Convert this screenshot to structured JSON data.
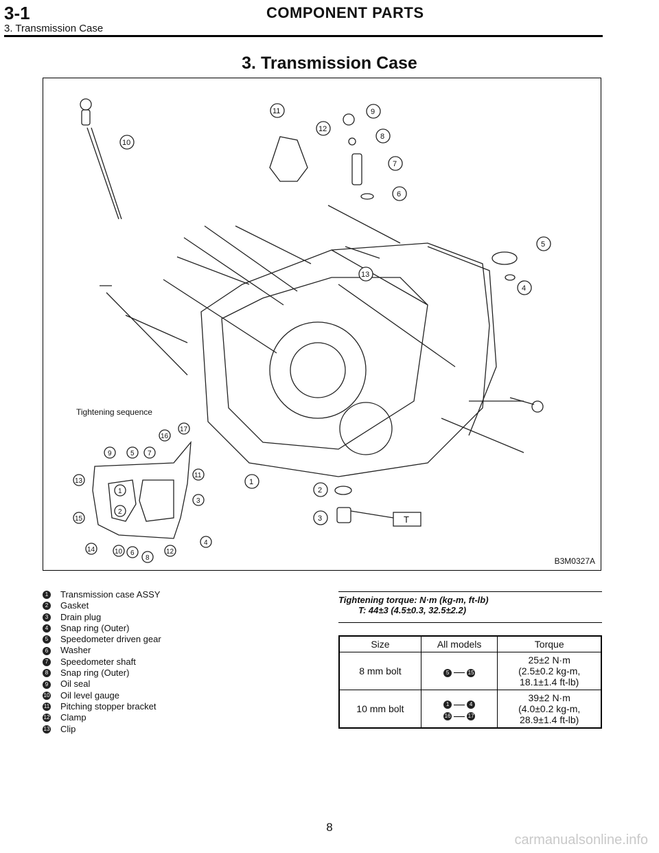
{
  "header": {
    "section": "3-1",
    "title": "COMPONENT PARTS",
    "subtitle": "3. Transmission Case"
  },
  "page_title": "3. Transmission Case",
  "figure": {
    "code": "B3M0327A",
    "sequence_label": "Tightening sequence",
    "callouts": [
      "1",
      "2",
      "3",
      "4",
      "5",
      "6",
      "7",
      "8",
      "9",
      "10",
      "11",
      "12",
      "13"
    ],
    "seq_numbers": [
      "1",
      "2",
      "3",
      "4",
      "5",
      "6",
      "7",
      "8",
      "9",
      "10",
      "11",
      "12",
      "13",
      "14",
      "15",
      "16",
      "17"
    ],
    "torque_tag": "T"
  },
  "legend": [
    {
      "num": "1",
      "text": "Transmission case ASSY"
    },
    {
      "num": "2",
      "text": "Gasket"
    },
    {
      "num": "3",
      "text": "Drain plug"
    },
    {
      "num": "4",
      "text": "Snap ring (Outer)"
    },
    {
      "num": "5",
      "text": "Speedometer driven gear"
    },
    {
      "num": "6",
      "text": "Washer"
    },
    {
      "num": "7",
      "text": "Speedometer shaft"
    },
    {
      "num": "8",
      "text": "Snap ring (Outer)"
    },
    {
      "num": "9",
      "text": "Oil seal"
    },
    {
      "num": "10",
      "text": "Oil level gauge"
    },
    {
      "num": "11",
      "text": "Pitching stopper bracket"
    },
    {
      "num": "12",
      "text": "Clamp"
    },
    {
      "num": "13",
      "text": "Clip"
    }
  ],
  "torque": {
    "heading": "Tightening torque: N·m (kg-m, ft-lb)",
    "value": "T: 44±3 (4.5±0.3, 32.5±2.2)"
  },
  "table": {
    "headers": [
      "Size",
      "All models",
      "Torque"
    ],
    "rows": [
      {
        "size": "8 mm bolt",
        "ranges": [
          [
            "5",
            "15"
          ]
        ],
        "torque": [
          "25±2 N·m",
          "(2.5±0.2 kg-m,",
          "18.1±1.4 ft-lb)"
        ]
      },
      {
        "size": "10 mm bolt",
        "ranges": [
          [
            "1",
            "4"
          ],
          [
            "16",
            "17"
          ]
        ],
        "torque": [
          "39±2 N·m",
          "(4.0±0.2 kg-m,",
          "28.9±1.4 ft-lb)"
        ]
      }
    ]
  },
  "page_number": "8",
  "watermark": "carmanualsonline.info"
}
